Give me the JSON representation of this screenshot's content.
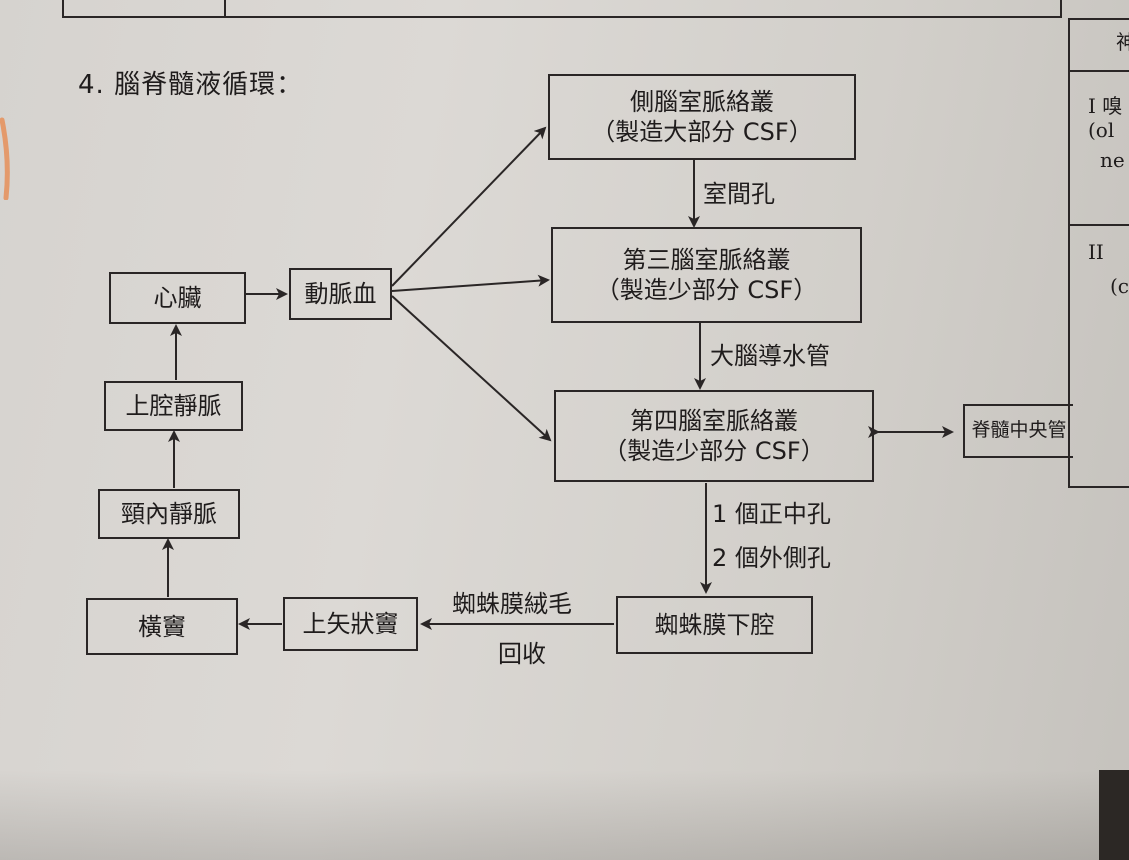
{
  "title": "4. 腦脊髓液循環：",
  "nodes": {
    "lateral": {
      "line1": "側腦室脈絡叢",
      "line2": "（製造大部分 CSF）"
    },
    "third": {
      "line1": "第三腦室脈絡叢",
      "line2": "（製造少部分 CSF）"
    },
    "fourth": {
      "line1": "第四腦室脈絡叢",
      "line2": "（製造少部分 CSF）"
    },
    "heart": "心臟",
    "artery": "動脈血",
    "svc": "上腔靜脈",
    "ijv": "頸內靜脈",
    "transverse": "橫竇",
    "sss": "上矢狀竇",
    "subarachnoid": "蜘蛛膜下腔",
    "spinal": "脊髓中央管"
  },
  "edge_labels": {
    "interventricular": "室間孔",
    "aqueduct": "大腦導水管",
    "median": "1 個正中孔",
    "lateral_apertures": "2 個外側孔",
    "villi": "蜘蛛膜絨毛",
    "resorb": "回收"
  },
  "right_table": {
    "header": "神",
    "row1_l1": "I 嗅",
    "row1_l2": "(ol",
    "row1_l3": "ne",
    "row2_l1": "II",
    "row2_l2": "(c"
  }
}
